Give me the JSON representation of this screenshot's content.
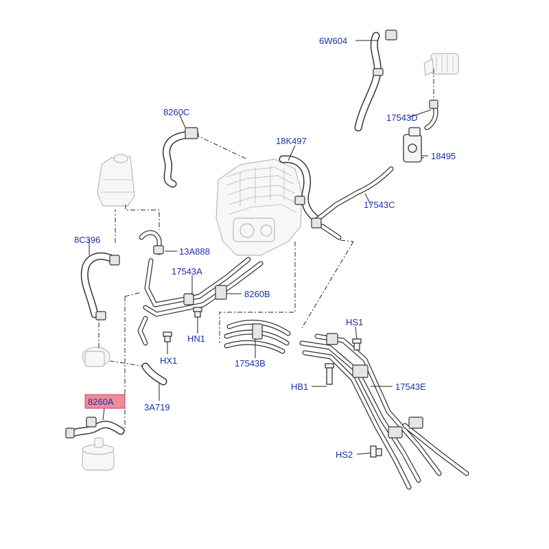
{
  "callouts": {
    "c_6w604": "6W604",
    "c_8260c": "8260C",
    "c_17543d": "17543D",
    "c_18k497": "18K497",
    "c_18495": "18495",
    "c_17543c": "17543C",
    "c_8c396": "8C396",
    "c_13a888": "13A888",
    "c_17543a": "17543A",
    "c_8260b": "8260B",
    "c_hn1": "HN1",
    "c_hx1": "HX1",
    "c_17543b": "17543B",
    "c_hs1": "HS1",
    "c_hb1": "HB1",
    "c_17543e": "17543E",
    "c_8260a": "8260A",
    "c_3a719": "3A719",
    "c_hs2": "HS2"
  },
  "highlight": {
    "callout": "8260A",
    "color": "#f08b9a"
  }
}
